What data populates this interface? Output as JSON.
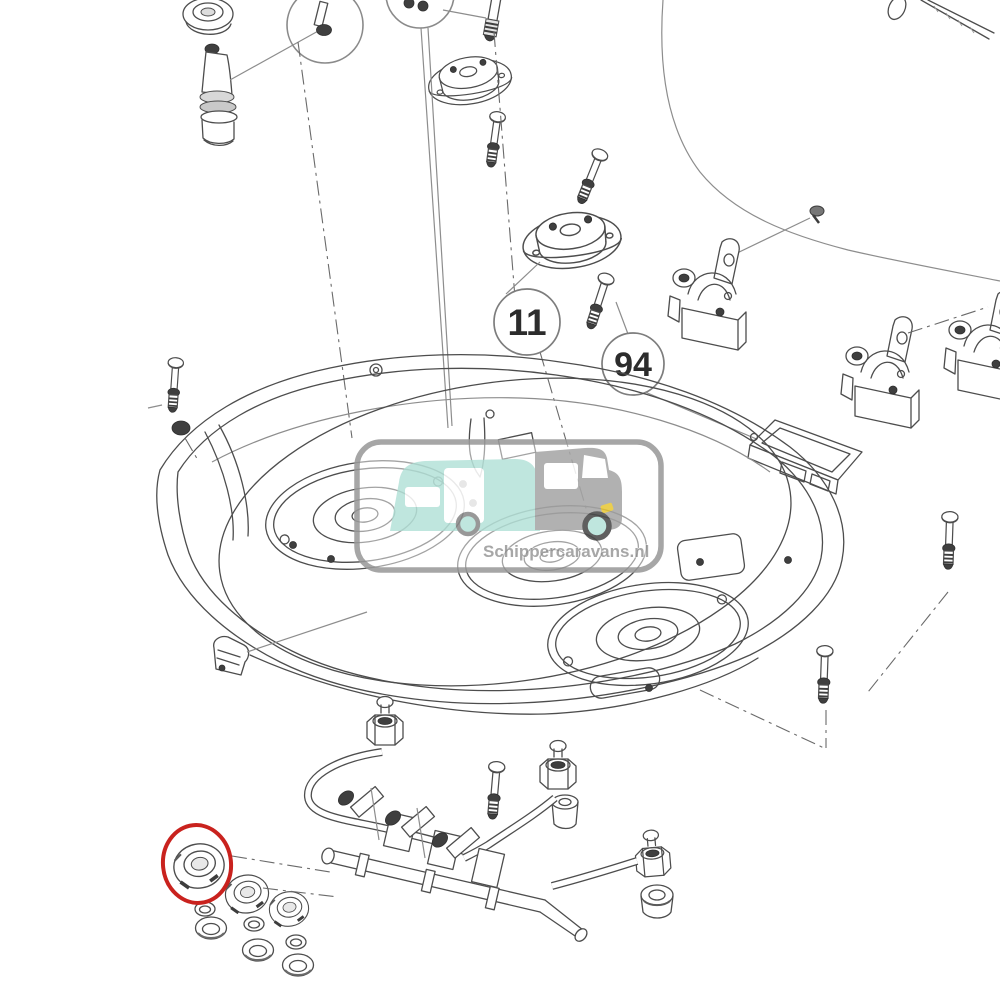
{
  "callouts": {
    "c11": "11",
    "c94": "94"
  },
  "watermark": {
    "text": "Schippercaravans.nl"
  },
  "colors": {
    "line": "#4d4d4d",
    "highlight_red": "#c9221e",
    "caravan_teal": "#b7e3da",
    "vehicle_gray": "#a7a7a7",
    "headlight_yellow": "#e8c838",
    "watermark_border": "#9a9a9a",
    "watermark_text": "#9b9b9b"
  }
}
